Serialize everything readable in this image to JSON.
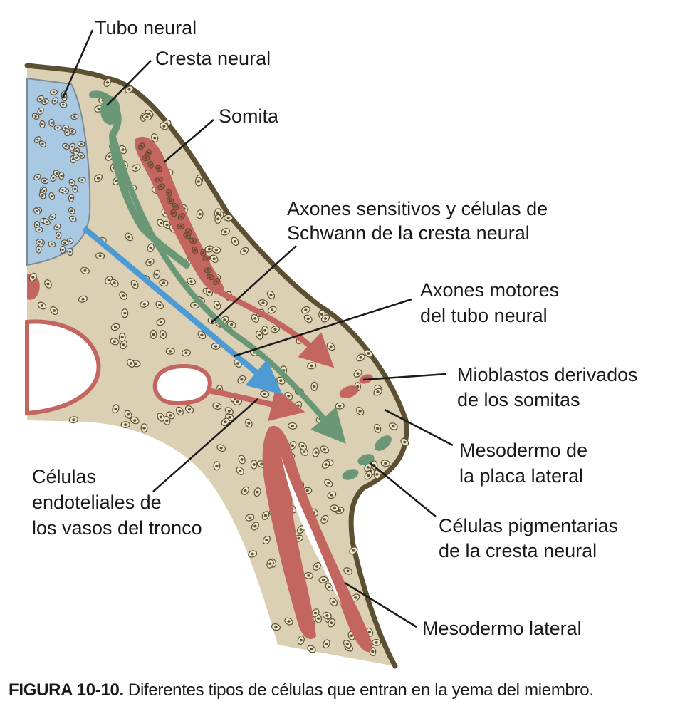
{
  "labels": {
    "tubo_neural": "Tubo neural",
    "cresta_neural": "Cresta neural",
    "somita": "Somita",
    "axones_sensitivos": [
      "Axones sensitivos y células de",
      "Schwann de la cresta neural"
    ],
    "axones_motores": [
      "Axones motores",
      "del tubo neural"
    ],
    "mioblastos": [
      "Mioblastos derivados",
      "de los somitas"
    ],
    "mesodermo_placa": [
      "Mesodermo de",
      "la placa lateral"
    ],
    "celulas_pigmentarias": [
      "Células pigmentarias",
      "de la cresta neural"
    ],
    "mesodermo_lateral": "Mesodermo lateral",
    "celulas_endoteliales": [
      "Células",
      "endoteliales de",
      "los vasos del tronco"
    ]
  },
  "caption": {
    "figure": "FIGURA 10-10.",
    "text": "Diferentes tipos de células que entran en la yema del miembro."
  },
  "colors": {
    "tissue": "#dcd0b4",
    "outline": "#5c5032",
    "neural_tube": "#a9c8e2",
    "crest": "#6a9775",
    "somite": "#c46660",
    "motor_axon": "#4d9ad4",
    "cell": "#ece5cd"
  }
}
